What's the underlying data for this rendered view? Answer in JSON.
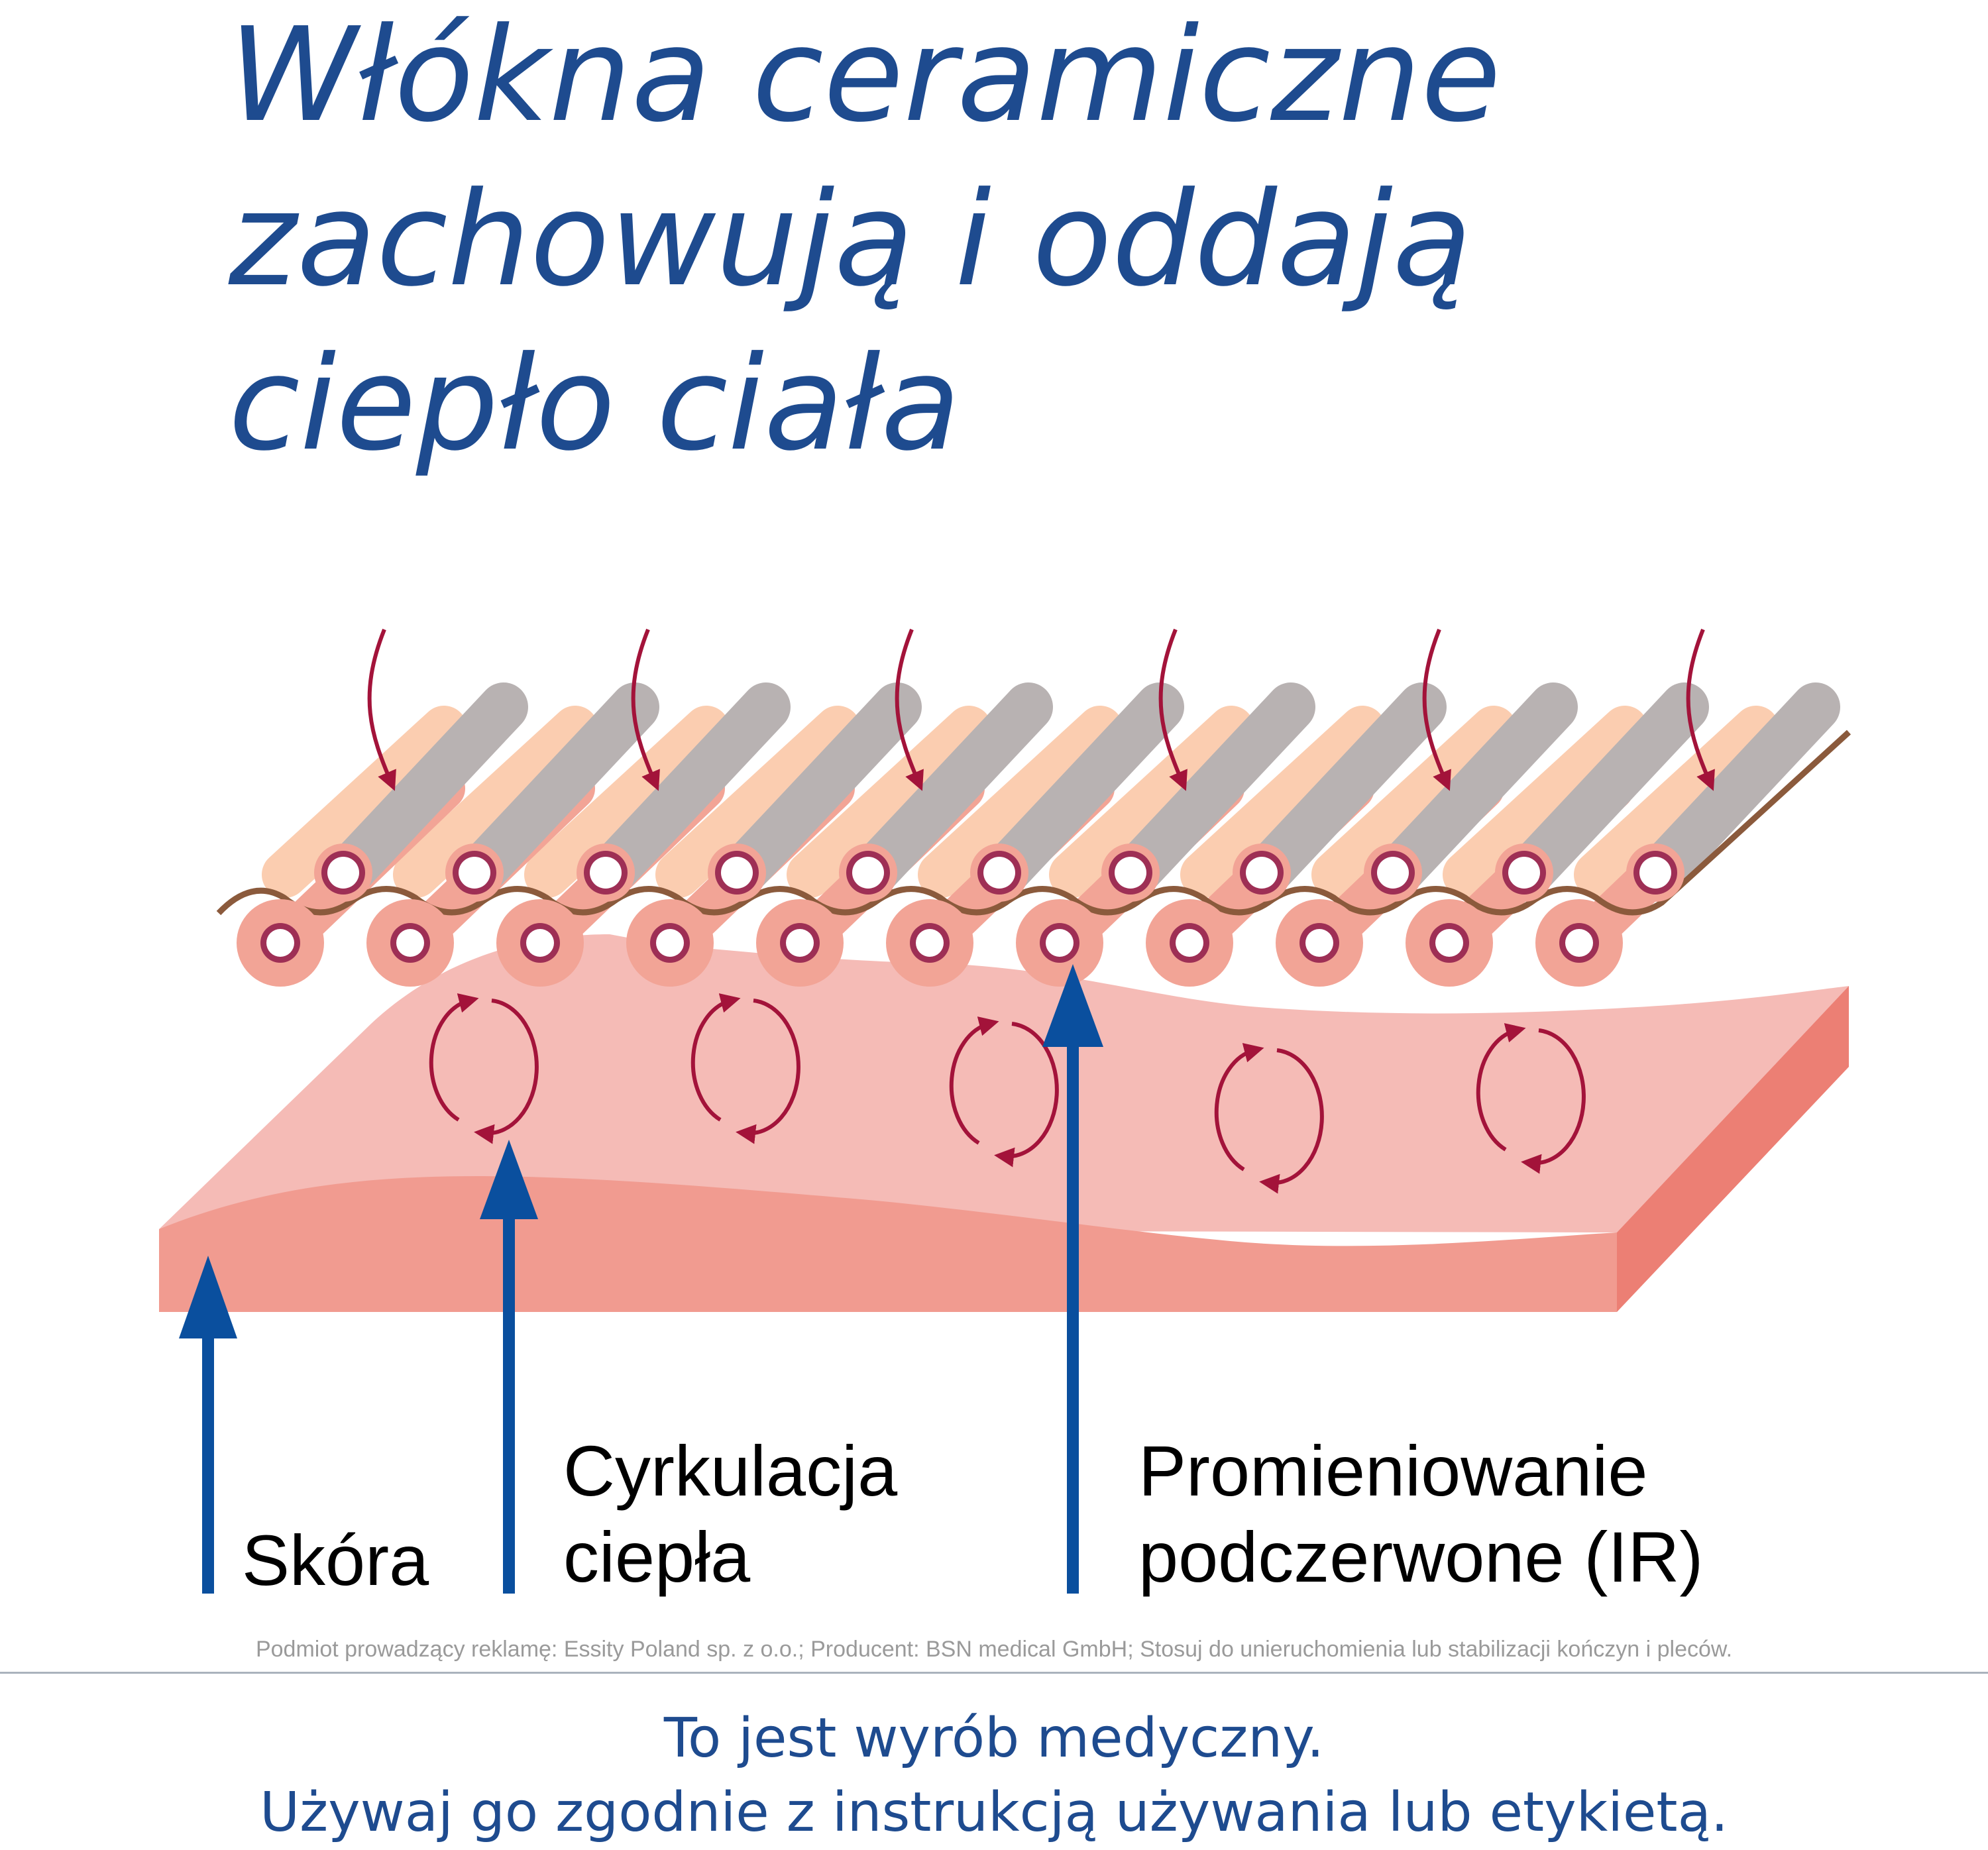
{
  "title": {
    "line1": "Włókna ceramiczne",
    "line2": "zachowują i oddają",
    "line3": "ciepło ciała"
  },
  "labels": {
    "skin": "Skóra",
    "circulation_line1": "Cyrkulacja",
    "circulation_line2": "ciepła",
    "infrared_line1": "Promieniowanie",
    "infrared_line2": "podczerwone (IR)"
  },
  "footer": {
    "disclaimer": "Podmiot prowadzący reklamę: Essity Poland sp. z o.o.; Producent: BSN medical GmbH; Stosuj do unieruchomienia lub stabilizacji kończyn i pleców.",
    "medical_line1": "To jest wyrób medyczny.",
    "medical_line2": "Używaj go zgodnie z instrukcją używania lub etykietą."
  },
  "colors": {
    "title_blue": "#1e4b8f",
    "arrow_blue": "#0a4f9e",
    "circulation_red": "#a3133a",
    "skin_top": "#f5bbb6",
    "skin_front": "#f19b90",
    "skin_side": "#ec7f74",
    "fiber_grey": "#b8b2b2",
    "fiber_beige": "#fbcdb0",
    "fiber_pink": "#f2a496",
    "yarn_brown": "#8b5a3c"
  },
  "icons": {
    "heat_arrow": "arrow-up",
    "circulation": "circular-arrows",
    "incoming_arrow": "arrow-down"
  }
}
